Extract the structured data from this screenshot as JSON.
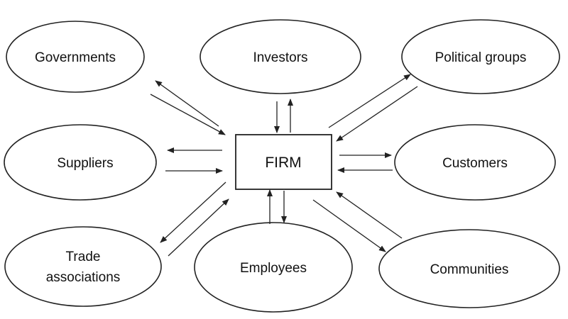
{
  "center": {
    "label": "FIRM"
  },
  "stakeholders": {
    "governments": "Governments",
    "investors": "Investors",
    "political_groups": "Political groups",
    "suppliers": "Suppliers",
    "customers": "Customers",
    "trade_associations": [
      "Trade",
      "associations"
    ],
    "employees": "Employees",
    "communities": "Communities"
  },
  "colors": {
    "line": "#222222",
    "background": "#ffffff"
  }
}
